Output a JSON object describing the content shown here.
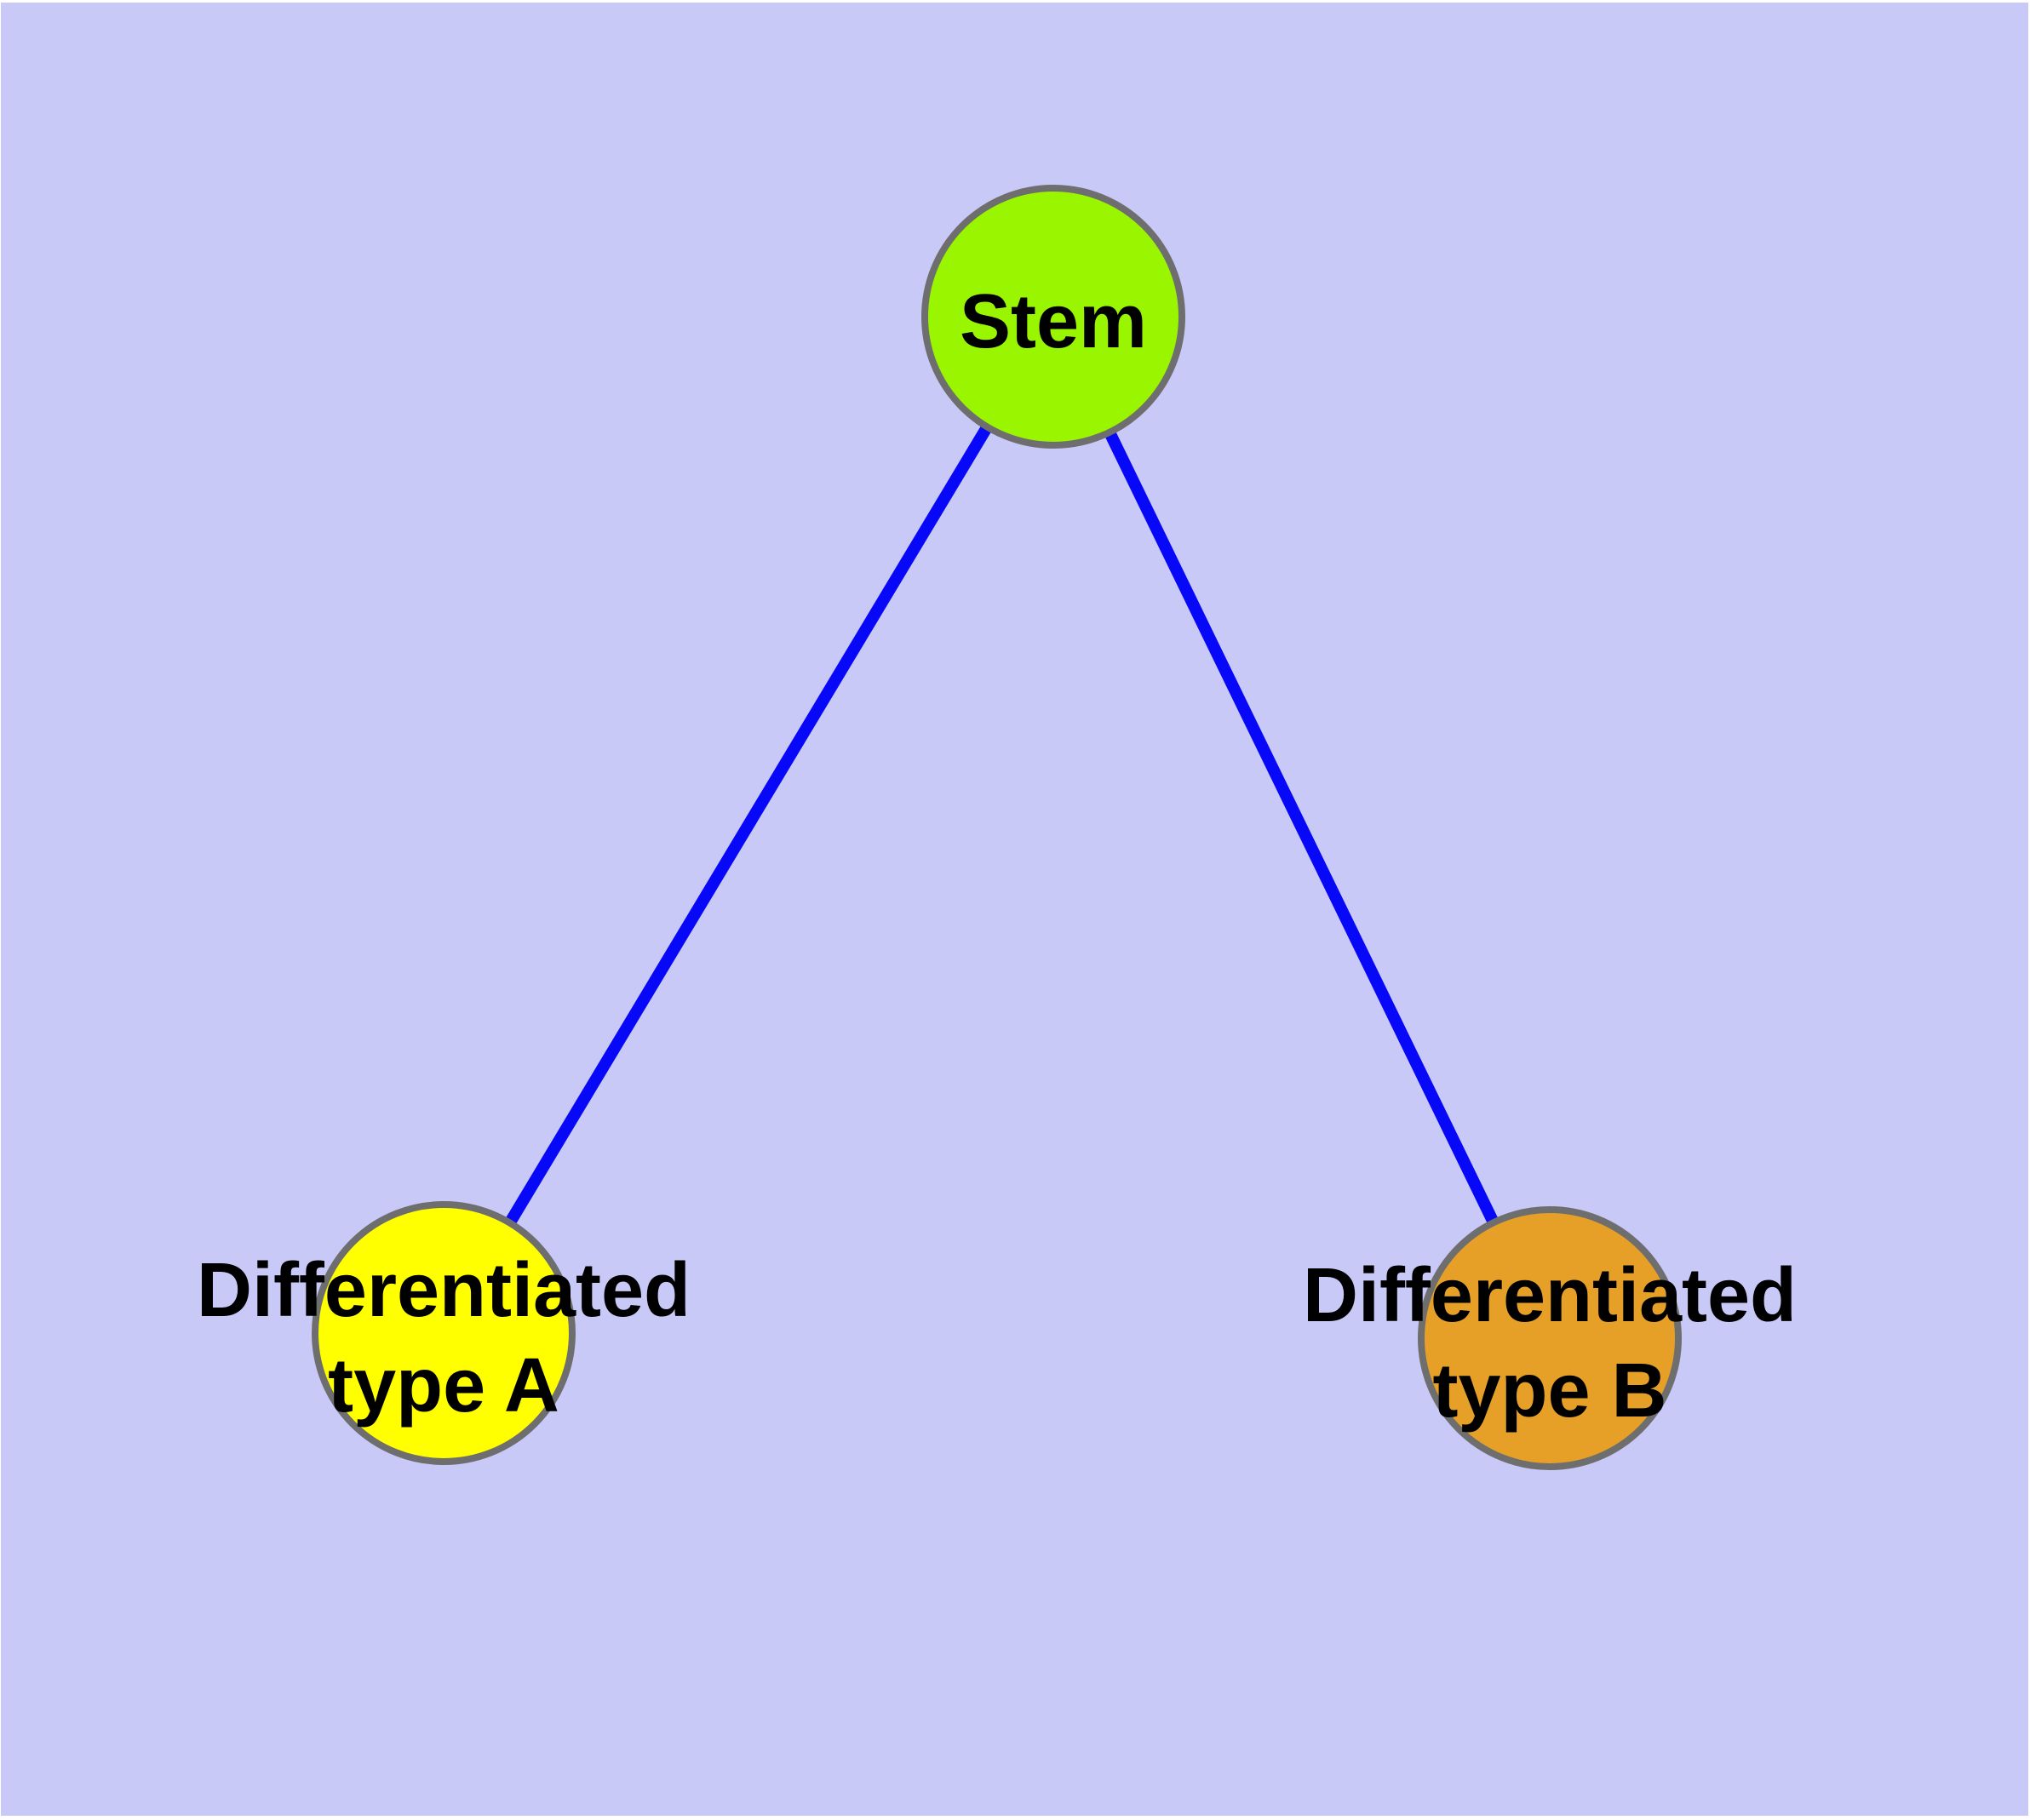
{
  "diagram": {
    "background_color": "#C9C9F8",
    "page_edge_color": "#FFFFFF",
    "edge_color": "#0808F8",
    "node_border_color": "#6E6E6E",
    "text_color": "#000000",
    "nodes": [
      {
        "id": "stem",
        "label": "Stem",
        "fill": "#9AF500"
      },
      {
        "id": "differentiated-type-a",
        "label_line1": "Differentiated",
        "label_line2": "type A",
        "fill": "#FFFF00"
      },
      {
        "id": "differentiated-type-b",
        "label_line1": "Differentiated",
        "label_line2": "type B",
        "fill": "#E6A028"
      }
    ],
    "edges": [
      {
        "from": "Stem",
        "to": "Differentiated type A"
      },
      {
        "from": "Stem",
        "to": "Differentiated type B"
      }
    ]
  }
}
